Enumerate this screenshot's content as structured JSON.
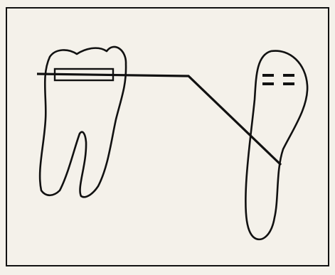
{
  "figure": {
    "background_color": "#f4f1ea",
    "stroke_color": "#111111",
    "elements": [
      "border-frame",
      "molar-tooth-outline",
      "bracket-slot",
      "archwire",
      "incisor-tooth-outline",
      "incisor-marks"
    ]
  }
}
